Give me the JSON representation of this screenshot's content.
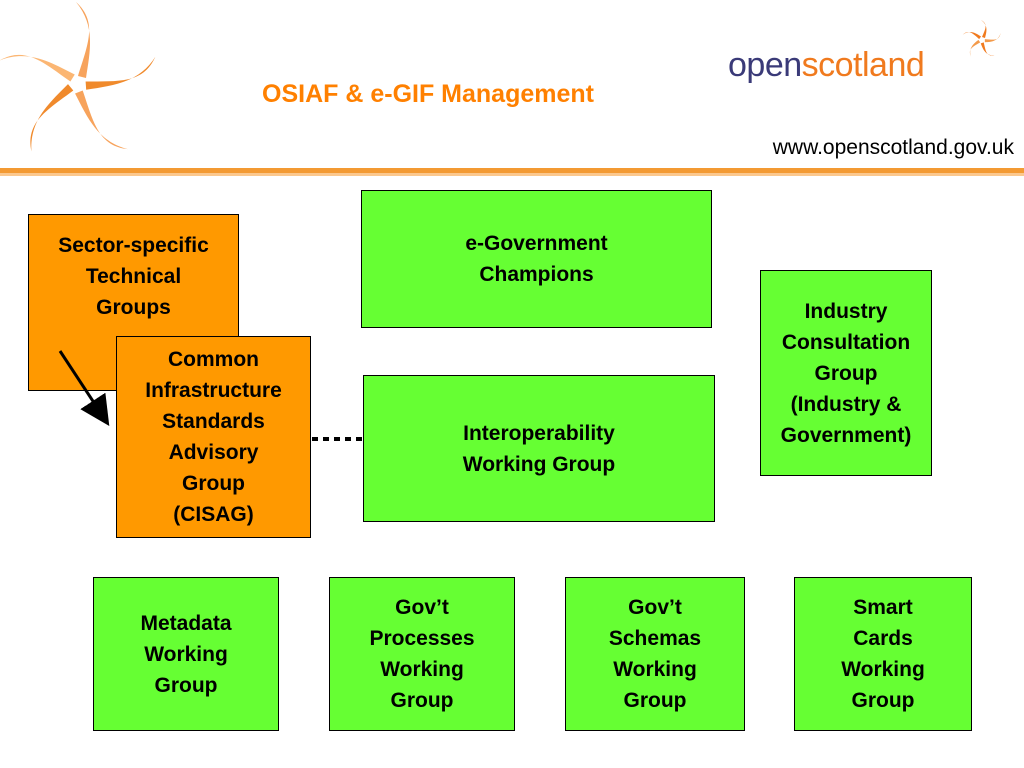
{
  "header": {
    "title": "OSIAF & e-GIF Management",
    "brand_open": "open",
    "brand_scotland": "scotland",
    "url": "www.openscotland.gov.uk"
  },
  "colors": {
    "accent_orange": "#ff8000",
    "box_green": "#66ff33",
    "box_orange": "#ff9900",
    "brand_navy": "#3a3a78"
  },
  "boxes": {
    "sector_specific": [
      "Sector-specific",
      "Technical",
      "Groups"
    ],
    "cisag": [
      "Common",
      "Infrastructure",
      "Standards",
      "Advisory",
      "Group",
      "(CISAG)"
    ],
    "egov_champions": [
      "e-Government",
      "Champions"
    ],
    "interoperability": [
      "Interoperability",
      "Working Group"
    ],
    "industry_consultation": [
      "Industry",
      "Consultation",
      "Group",
      "(Industry &",
      "Government)"
    ],
    "metadata": [
      "Metadata",
      "Working",
      "Group"
    ],
    "govt_processes": [
      "Gov’t",
      "Processes",
      "Working",
      "Group"
    ],
    "govt_schemas": [
      "Gov’t",
      "Schemas",
      "Working",
      "Group"
    ],
    "smart_cards": [
      "Smart",
      "Cards",
      "Working",
      "Group"
    ]
  }
}
